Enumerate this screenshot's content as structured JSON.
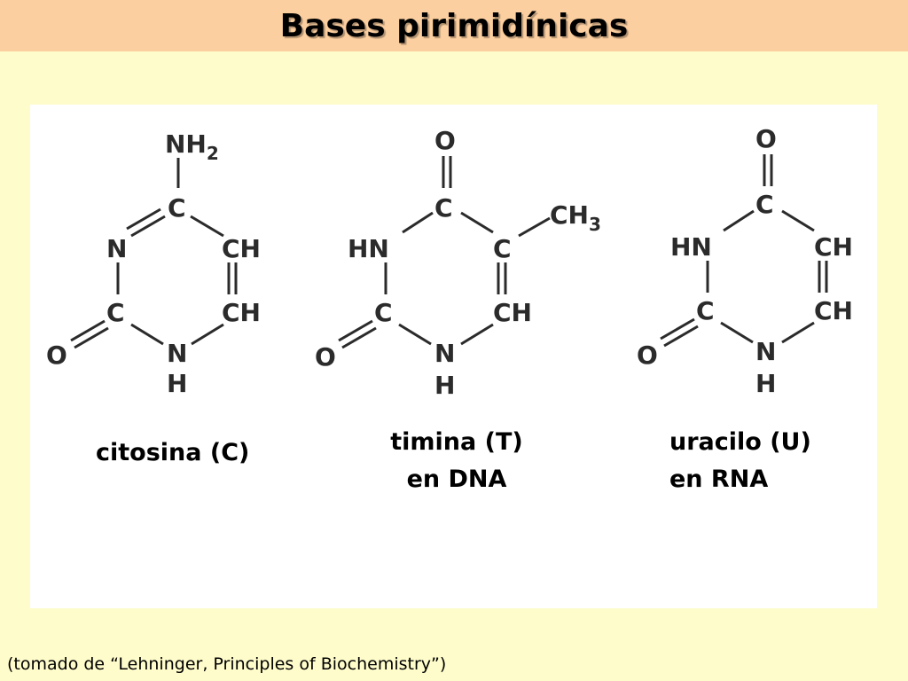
{
  "title": "Bases pirimidínicas",
  "structures": [
    {
      "id": "cytosine",
      "name_line1": "citosina (C)",
      "name_line2": "",
      "atoms": {
        "top": "NH2",
        "c4": "C",
        "n3": "N",
        "c5": "CH",
        "c2": "C",
        "c6": "CH",
        "o2": "O",
        "n1": "N",
        "h1": "H"
      }
    },
    {
      "id": "thymine",
      "name_line1": "timina (T)",
      "name_line2": "en DNA",
      "atoms": {
        "top": "O",
        "c4": "C",
        "methyl": "CH3",
        "n3": "HN",
        "c5": "C",
        "c2": "C",
        "c6": "CH",
        "o2": "O",
        "n1": "N",
        "h1": "H"
      }
    },
    {
      "id": "uracil",
      "name_line1": "uracilo (U)",
      "name_line2": "en RNA",
      "atoms": {
        "top": "O",
        "c4": "C",
        "n3": "HN",
        "c5": "CH",
        "c2": "C",
        "c6": "CH",
        "o2": "O",
        "n1": "N",
        "h1": "H"
      }
    }
  ],
  "credit": "(tomado de “Lehninger, Principles of Biochemistry”)"
}
